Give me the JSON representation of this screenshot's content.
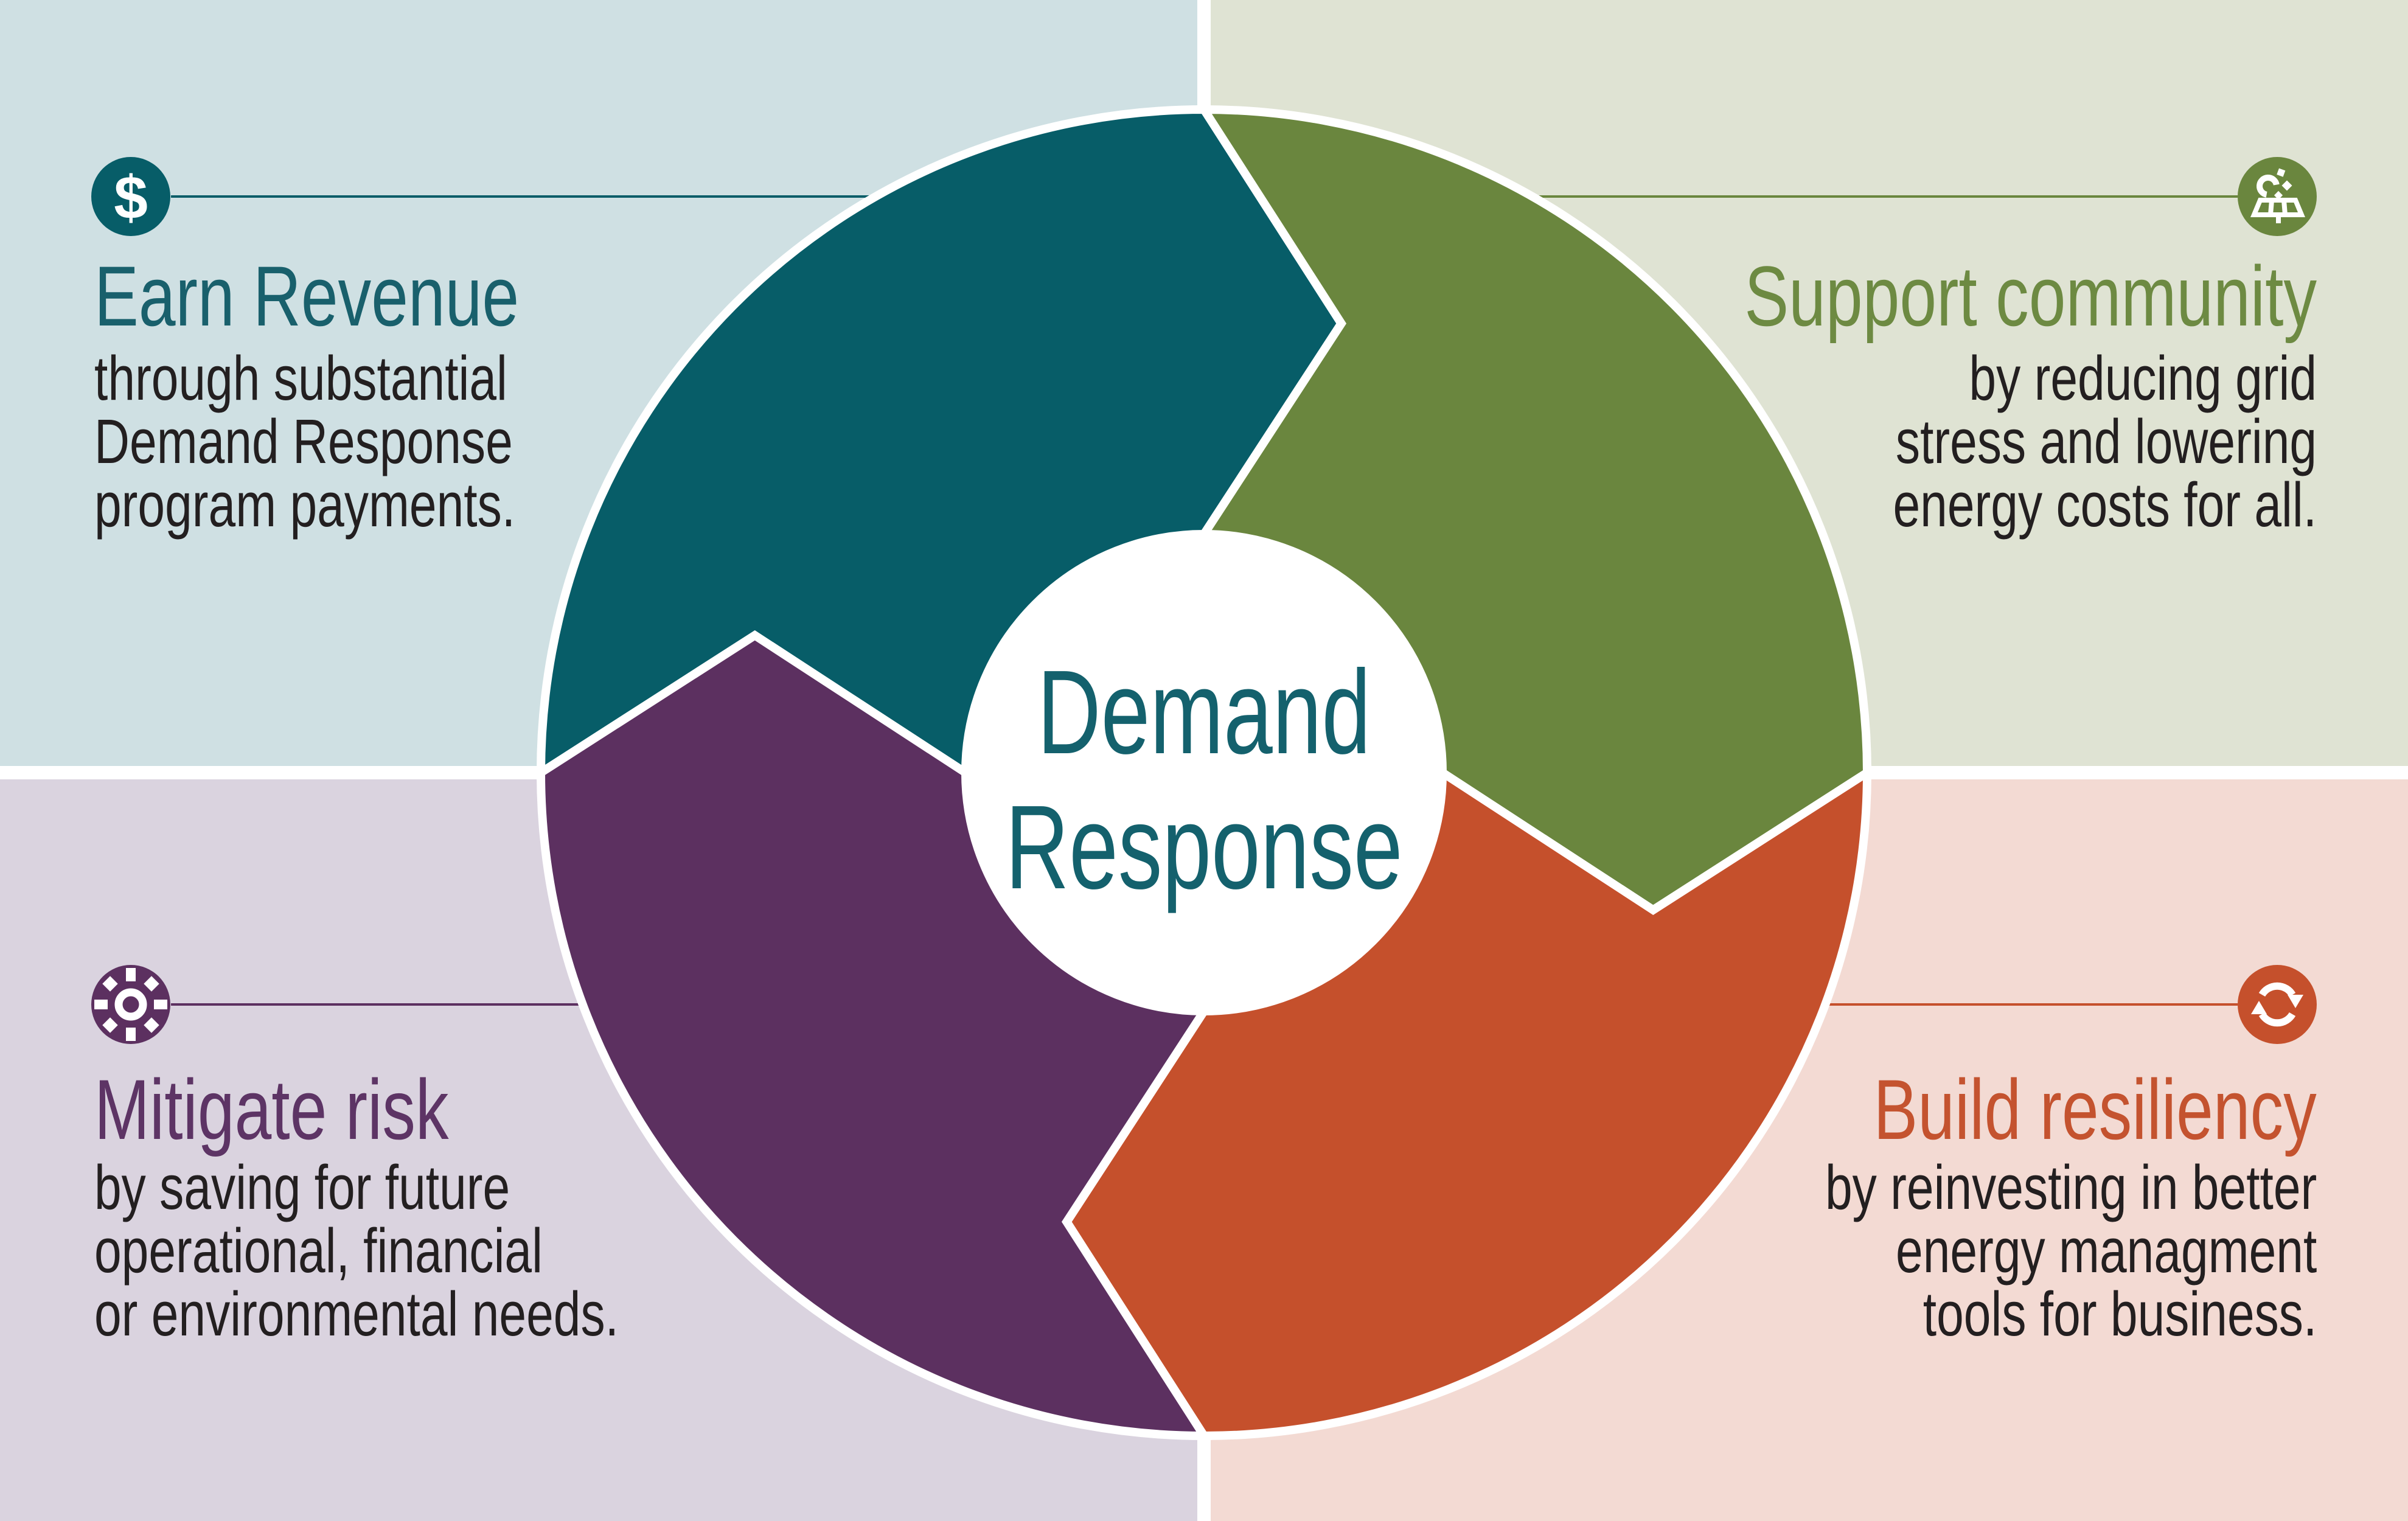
{
  "diagram": {
    "type": "cycle",
    "center_label": {
      "line1": "Demand",
      "line2": "Response"
    },
    "segments": [
      {
        "name": "earn-revenue",
        "color": "#075d68",
        "order": 1
      },
      {
        "name": "support-community",
        "color": "#6a863e",
        "order": 2
      },
      {
        "name": "build-resiliency",
        "color": "#c5502c",
        "order": 3
      },
      {
        "name": "mitigate-risk",
        "color": "#5c3060",
        "order": 4
      }
    ]
  },
  "quadrants": [
    {
      "position": "top-left",
      "icon": "dollar-icon",
      "heading": "Earn Revenue",
      "body_lines": [
        "through substantial",
        "Demand Response",
        "program payments."
      ],
      "accent_color": "#075d68",
      "background_color": "#cfe0e3"
    },
    {
      "position": "top-right",
      "icon": "solar-panel-icon",
      "heading": "Support community",
      "body_lines": [
        "by reducing grid",
        "stress and lowering",
        "energy costs for all."
      ],
      "accent_color": "#6a863e",
      "background_color": "#dfe3d3"
    },
    {
      "position": "bottom-left",
      "icon": "sun-icon",
      "heading": "Mitigate risk",
      "body_lines": [
        "by saving for future",
        "operational, financial",
        "or environmental needs."
      ],
      "accent_color": "#5c3060",
      "background_color": "#dad3df"
    },
    {
      "position": "bottom-right",
      "icon": "refresh-icon",
      "heading": "Build resiliency",
      "body_lines": [
        "by reinvesting in better",
        "energy managment",
        "tools for business."
      ],
      "accent_color": "#c5502c",
      "background_color": "#f3dad3"
    }
  ],
  "icons": {
    "dollar_glyph": "$"
  },
  "colors": {
    "teal": "#075d68",
    "green": "#6a863e",
    "purple": "#5c3060",
    "orange": "#c5502c",
    "body_text": "#231f20",
    "center_text": "#14616d",
    "separator": "#ffffff"
  }
}
